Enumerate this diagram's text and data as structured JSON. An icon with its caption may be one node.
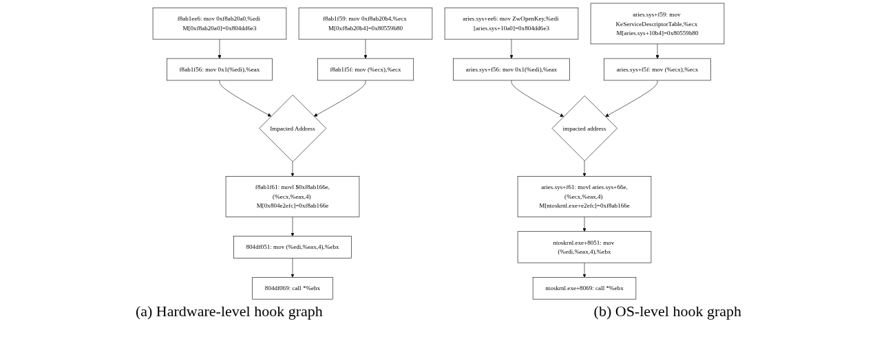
{
  "diagram": {
    "nodes": [
      {
        "text": [
          "f8ab1ee6: mov 0xf8ab20a0,%edi M[0xf8ab20a0]=0x804dd6e3"
        ]
      },
      {
        "text": [
          "f8ab1f59: mov 0xf8ab20b4,%ecx M[0xf8ab20b4]=0x80559b80"
        ]
      },
      {
        "text": [
          "f8ab1f56: mov 0x1(%edi),%eax"
        ]
      },
      {
        "text": [
          "f8ab1f5f: mov (%ecx),%ecx"
        ]
      },
      {
        "text": [
          "Impacted Address"
        ]
      },
      {
        "text": [
          "f8ab1f61: movl $0xf8ab166e,(%ecx,%eax,4) M[0x804e2efc]=0xf8ab166e"
        ]
      },
      {
        "text": [
          "804df051: mov (%edi,%eax,4),%ebx"
        ]
      },
      {
        "text": [
          "804df069: call *%ebx"
        ]
      },
      {
        "text": [
          "aries.sys+ee6: mov ZwOpenKey,%edi [aries.sys+10a0]=0x804dd6e3"
        ]
      },
      {
        "text": [
          "aries.sys+f59: mov KeServiceDescriptorTable,%ecx M[aries.sys+10b4]=0x80559b80"
        ]
      },
      {
        "text": [
          "aries.sys+f56: mov 0x1(%edi),%eax"
        ]
      },
      {
        "text": [
          "aries.sys+f5f: mov (%ecx),%ecx"
        ]
      },
      {
        "text": [
          "impacted address"
        ]
      },
      {
        "text": [
          "aries.sys+f61: movl aries.sys+66e,(%ecx,%eax,4) M[ntoskrnl.exe+e2efc]=0xf8ab166e"
        ]
      },
      {
        "text": [
          "ntoskrnl.exe+8051: mov (%edi,%eax,4),%ebx"
        ]
      },
      {
        "text": [
          "ntoskrnl.exe+8069: call *%ebx"
        ]
      }
    ],
    "edges": [
      {
        "from": 0,
        "to": 2,
        "arrow": "to"
      },
      {
        "from": 1,
        "to": 3,
        "arrow": "to"
      },
      {
        "from": 2,
        "to": 4,
        "arrow": "to"
      },
      {
        "from": 3,
        "to": 4,
        "arrow": "to"
      },
      {
        "from": 4,
        "to": 5,
        "arrow": "to"
      },
      {
        "from": 5,
        "to": 6,
        "arrow": "to"
      },
      {
        "from": 6,
        "to": 7,
        "arrow": "to"
      },
      {
        "from": 8,
        "to": 10,
        "arrow": "to"
      },
      {
        "from": 9,
        "to": 11,
        "arrow": "to"
      },
      {
        "from": 10,
        "to": 12,
        "arrow": "to"
      },
      {
        "from": 11,
        "to": 12,
        "arrow": "to"
      },
      {
        "from": 12,
        "to": 13,
        "arrow": "to"
      },
      {
        "from": 13,
        "to": 14,
        "arrow": "to"
      },
      {
        "from": 14,
        "to": 15,
        "arrow": "to"
      }
    ],
    "labels": [
      "(a) Hardware-level hook graph",
      "(b) OS-level hook graph"
    ]
  }
}
